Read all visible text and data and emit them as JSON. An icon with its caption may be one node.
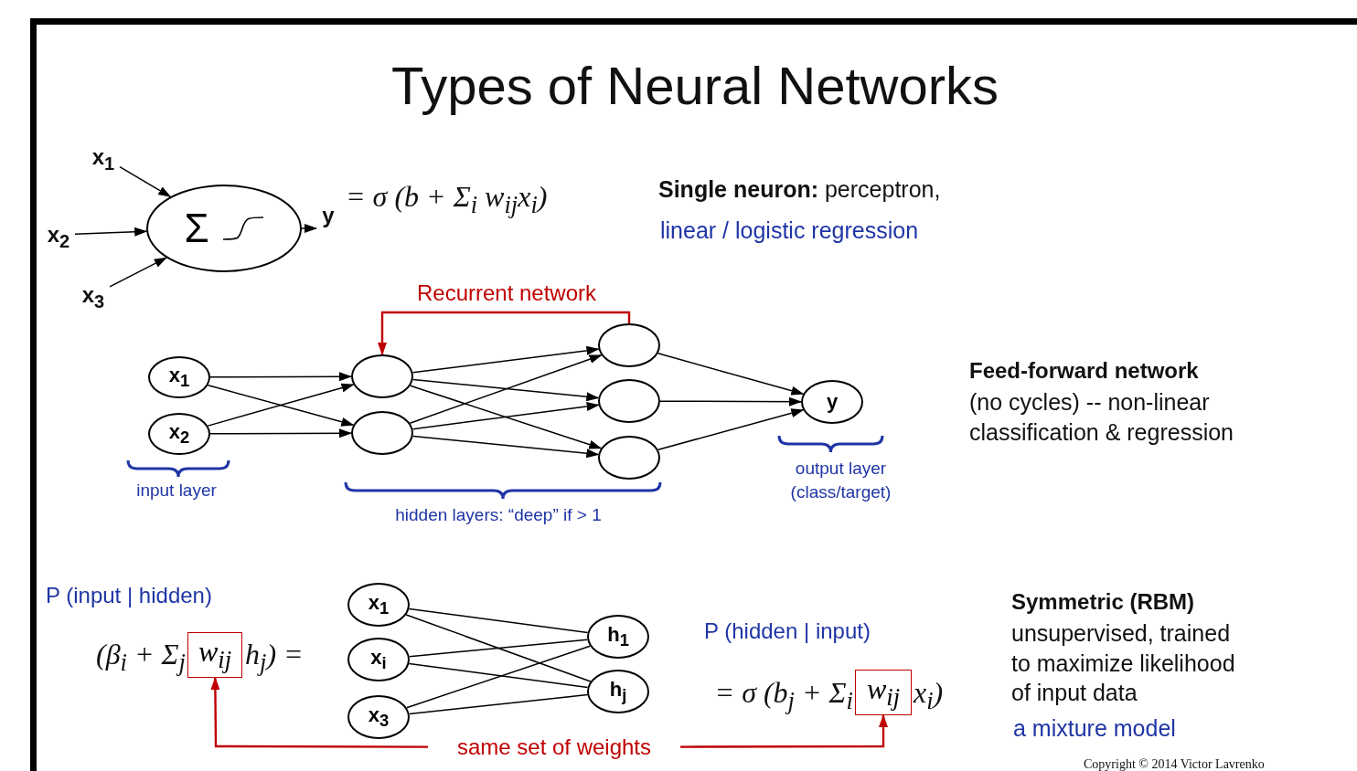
{
  "diagram": {
    "title": "Types of Neural Networks",
    "nodes": [
      {
        "text": [
          "x$_{1}$"
        ]
      },
      {
        "text": [
          "x$_{2}$"
        ]
      },
      {
        "text": [
          "x$_{3}$"
        ]
      },
      {
        "text": [
          "Σ"
        ]
      },
      {
        "text": [
          "y"
        ]
      },
      {
        "text": [
          "x$_{1}$"
        ]
      },
      {
        "text": [
          "x$_{2}$"
        ]
      },
      {
        "text": [],
        "shape": "circle"
      },
      {
        "text": [],
        "shape": "circle"
      },
      {
        "text": [],
        "shape": "circle"
      },
      {
        "text": [],
        "shape": "circle"
      },
      {
        "text": [],
        "shape": "circle"
      },
      {
        "text": [
          "y"
        ]
      },
      {
        "text": [
          "x$_{1}$"
        ]
      },
      {
        "text": [
          "x$_{i}$"
        ]
      },
      {
        "text": [
          "x$_{3}$"
        ]
      },
      {
        "text": [
          "h$_{1}$"
        ]
      },
      {
        "text": [
          "h$_{j}$"
        ]
      },
      {
        "text": [
          "w$_{ij}$"
        ]
      },
      {
        "text": [
          "w$_{ij}$"
        ]
      },
      {
        "text": [
          "same set of weights"
        ]
      }
    ],
    "edges": [
      {
        "from": 0,
        "to": 3,
        "arrow": "to"
      },
      {
        "from": 1,
        "to": 3,
        "arrow": "to"
      },
      {
        "from": 2,
        "to": 3,
        "arrow": "to"
      },
      {
        "from": 3,
        "to": 4,
        "arrow": "to"
      },
      {
        "from": 5,
        "to": 7,
        "arrow": "to"
      },
      {
        "from": 5,
        "to": 8,
        "arrow": "to"
      },
      {
        "from": 6,
        "to": 7,
        "arrow": "to"
      },
      {
        "from": 6,
        "to": 8,
        "arrow": "to"
      },
      {
        "from": 7,
        "to": 9,
        "arrow": "to"
      },
      {
        "from": 7,
        "to": 10,
        "arrow": "to"
      },
      {
        "from": 7,
        "to": 11,
        "arrow": "to"
      },
      {
        "from": 8,
        "to": 9,
        "arrow": "to"
      },
      {
        "from": 8,
        "to": 10,
        "arrow": "to"
      },
      {
        "from": 8,
        "to": 11,
        "arrow": "to"
      },
      {
        "from": 9,
        "to": 12,
        "arrow": "to"
      },
      {
        "from": 10,
        "to": 12,
        "arrow": "to"
      },
      {
        "from": 11,
        "to": 12,
        "arrow": "to"
      },
      {
        "from": 9,
        "to": 7,
        "arrow": "to",
        "label": "Recurrent network",
        "color": "#c00000"
      },
      {
        "from": 13,
        "to": 16,
        "arrow": "none"
      },
      {
        "from": 13,
        "to": 17,
        "arrow": "none"
      },
      {
        "from": 14,
        "to": 16,
        "arrow": "none"
      },
      {
        "from": 14,
        "to": 17,
        "arrow": "none"
      },
      {
        "from": 15,
        "to": 16,
        "arrow": "none"
      },
      {
        "from": 15,
        "to": 17,
        "arrow": "none"
      },
      {
        "from": 20,
        "to": 18,
        "arrow": "to",
        "color": "#c00000"
      },
      {
        "from": 20,
        "to": 19,
        "arrow": "to",
        "color": "#c00000"
      }
    ],
    "labels": [
      "= σ (b + Σ$_{i}$ w$_{ij}$x$_{i}$)",
      "**Single neuron:** perceptron,",
      "linear / logistic regression",
      "Feed-forward network",
      "(no cycles) -- non-linear classification & regression",
      "input layer",
      "output layer (class/target)",
      "hidden layers: “deep” if > 1",
      "P (input | hidden)",
      "Symmetric (RBM)",
      "P (hidden | input)",
      "(β$_{i}$ + Σ$_{j}$",
      "h$_{j}$) =",
      "unsupervised, trained to maximize likelihood of input data",
      "= σ (b$_{j}$ + Σ$_{i}$",
      "x$_{i}$)",
      "a mixture model",
      "Copyright © 2014 Victor Lavrenko"
    ]
  }
}
